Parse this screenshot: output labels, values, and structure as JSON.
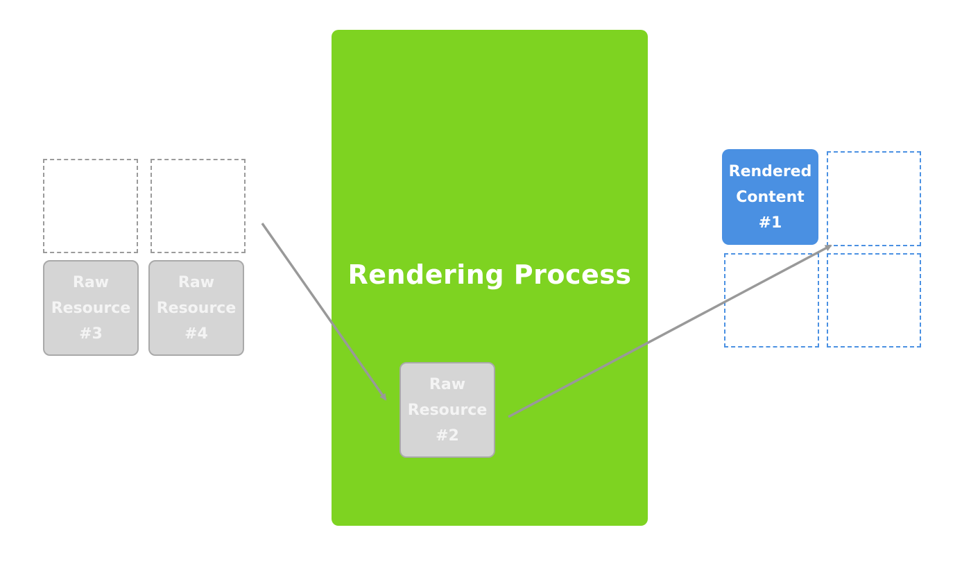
{
  "process": {
    "title": "Rendering Process",
    "color": "#7ed321"
  },
  "raw_resources": [
    {
      "line1": "Raw",
      "line2": "Resource",
      "line3": "#3"
    },
    {
      "line1": "Raw",
      "line2": "Resource",
      "line3": "#4"
    },
    {
      "line1": "Raw",
      "line2": "Resource",
      "line3": "#2"
    }
  ],
  "rendered_content": {
    "line1": "Rendered",
    "line2": "Content",
    "line3": "#1",
    "color": "#4a90e2"
  },
  "colors": {
    "raw_fill": "#d5d5d5",
    "raw_border": "#a9a9a9",
    "arrow": "#999999",
    "gray_dash": "#9a9a9a",
    "blue_dash": "#4a90e2"
  }
}
